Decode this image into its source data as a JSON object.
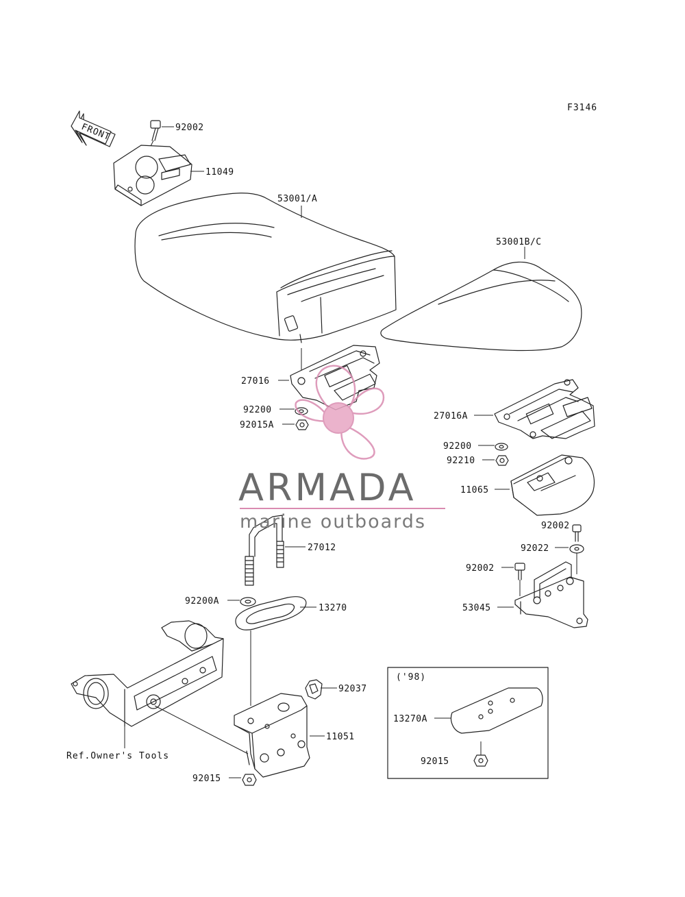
{
  "figure_code": "F3146",
  "front_arrow_label": "FRONT",
  "parts": {
    "p92002_top": "92002",
    "p11049": "11049",
    "p53001a": "53001/A",
    "p53001bc": "53001B/C",
    "p27016": "27016",
    "p92200_a": "92200",
    "p92015a": "92015A",
    "p27016a": "27016A",
    "p92200_b": "92200",
    "p92210": "92210",
    "p11065": "11065",
    "p92002_mid": "92002",
    "p92022": "92022",
    "p92002_low": "92002",
    "p53045": "53045",
    "p27012": "27012",
    "p92200a": "92200A",
    "p13270": "13270",
    "p92037": "92037",
    "p11051": "11051",
    "p92015_bottom": "92015",
    "ref_owners_tools": "Ref.Owner's Tools",
    "inset_year": "('98)",
    "p13270a": "13270A",
    "p92015_inset": "92015"
  },
  "watermark": {
    "title": "ARMADA",
    "subtitle": "marine outboards",
    "title_color": "#6b6b6b",
    "accent_color": "#d98bb0"
  },
  "colors": {
    "line": "#222222",
    "background": "#ffffff"
  }
}
